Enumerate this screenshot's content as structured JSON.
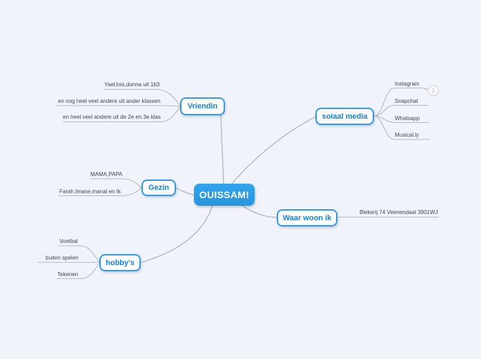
{
  "map": {
    "root": {
      "label": "OUISSAM!"
    },
    "topics": [
      {
        "label": "Vriendin",
        "children": [
          "Yael,lois,donna uit 1b3",
          "en nog heel veel andere uit ander klassen",
          "en heel veel andere uit de 2e en 3e klas"
        ]
      },
      {
        "label": "soiaal media",
        "collapsed_badge": "1",
        "children": [
          "Instagram",
          "Snapchat",
          "Whatsapp",
          "Musical.ly"
        ]
      },
      {
        "label": "Gezin",
        "children": [
          "MAMA,PAPA",
          "Farah,Imane,manal en Ik"
        ]
      },
      {
        "label": "Waar woon ik",
        "children": [
          "Blekerij 74 Veenendaal 3901WJ"
        ]
      },
      {
        "label": "hobby's",
        "children": [
          "Voetbal",
          "buiten spelen",
          "Tekenen"
        ]
      }
    ]
  },
  "colors": {
    "background": "#f0f3fa",
    "root_fill": "#2b9ce6",
    "root_text": "#ffffff",
    "topic_border": "#2f99ea",
    "topic_text": "#1681da",
    "connector": "#b4b7bc",
    "leaf_text": "#44464d",
    "badge_border": "#c9cdd5"
  }
}
